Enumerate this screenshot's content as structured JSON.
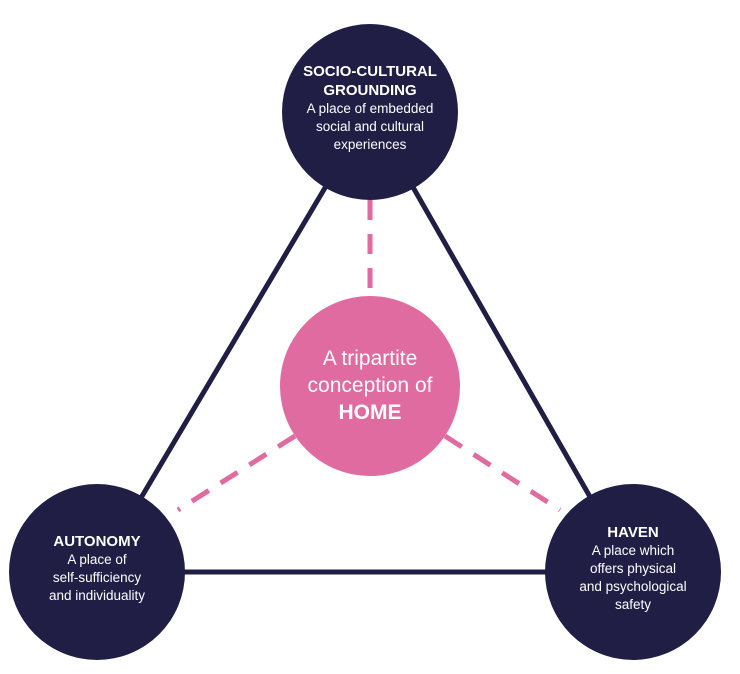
{
  "colors": {
    "node_fill": "#211e45",
    "center_fill": "#df6ba0",
    "edge": "#211e45",
    "dash": "#df6ba0",
    "text": "#ffffff"
  },
  "center": {
    "line1": "A tripartite",
    "line2": "conception of",
    "line3": "HOME"
  },
  "nodes": {
    "top": {
      "title_line1": "SOCIO-CULTURAL",
      "title_line2": "GROUNDING",
      "desc_line1": "A place of embedded",
      "desc_line2": "social and cultural",
      "desc_line3": "experiences"
    },
    "left": {
      "title": "AUTONOMY",
      "desc_line1": "A place of",
      "desc_line2": "self-sufficiency",
      "desc_line3": "and individuality"
    },
    "right": {
      "title": "HAVEN",
      "desc_line1": "A place which",
      "desc_line2": "offers physical",
      "desc_line3": "and psychological",
      "desc_line4": "safety"
    }
  }
}
